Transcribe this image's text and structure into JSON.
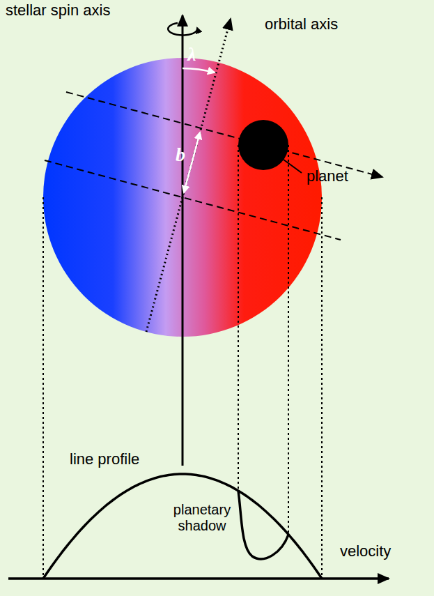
{
  "diagram": {
    "labels": [
      "stellar spin axis",
      "orbital axis",
      "λ",
      "b",
      "planet",
      "line profile",
      "planetary shadow",
      "velocity"
    ]
  }
}
